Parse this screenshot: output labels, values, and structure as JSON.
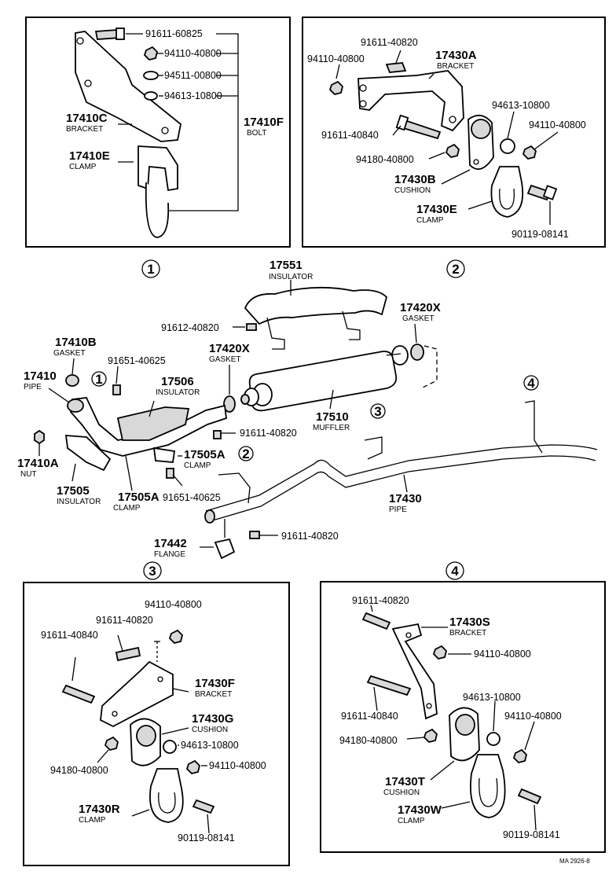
{
  "sec1": {
    "p1": "91611-60825",
    "p2": "94110-40800",
    "p3": "94511-00800",
    "p4": "94613-10800",
    "bolt": "17410F",
    "bolt_sub": "BOLT",
    "bracket": "17410C",
    "bracket_sub": "BRACKET",
    "clamp": "17410E",
    "clamp_sub": "CLAMP",
    "num": "1"
  },
  "sec2": {
    "p1": "91611-40820",
    "p2": "94110-40800",
    "p3": "94613-10800",
    "p4": "94110-40800",
    "p5": "91611-40840",
    "p6": "94180-40800",
    "p7": "90119-08141",
    "bracket": "17430A",
    "bracket_sub": "BRACKET",
    "cushion": "17430B",
    "cushion_sub": "CUSHION",
    "clamp": "17430E",
    "clamp_sub": "CLAMP",
    "num": "2"
  },
  "main": {
    "ins1": "17551",
    "ins1_sub": "INSULATOR",
    "bolt1": "91612-40820",
    "gask_r": "17420X",
    "gask_r_sub": "GASKET",
    "gask_l": "17420X",
    "gask_l_sub": "GASKET",
    "gask_b": "17410B",
    "gask_b_sub": "GASKET",
    "bolt2": "91651-40625",
    "pipe": "17410",
    "pipe_sub": "PIPE",
    "ins2": "17506",
    "ins2_sub": "INSULATOR",
    "muffler": "17510",
    "muffler_sub": "MUFFLER",
    "bolt3": "91611-40820",
    "nut": "17410A",
    "nut_sub": "NUT",
    "clamp1": "17505A",
    "clamp1_sub": "CLAMP",
    "ins3": "17505",
    "ins3_sub": "INSULATOR",
    "clamp2": "17505A",
    "clamp2_sub": "CLAMP",
    "bolt4": "91651-40625",
    "pipe2": "17430",
    "pipe2_sub": "PIPE",
    "flange": "17442",
    "flange_sub": "FLANGE",
    "bolt5": "91611-40820",
    "c1": "1",
    "c2": "2",
    "c3": "3",
    "c4": "4"
  },
  "sec3": {
    "num": "3",
    "p1": "94110-40800",
    "p2": "91611-40820",
    "p3": "91611-40840",
    "p4": "94613-10800",
    "p5": "94110-40800",
    "p6": "94180-40800",
    "p7": "90119-08141",
    "bracket": "17430F",
    "bracket_sub": "BRACKET",
    "cushion": "17430G",
    "cushion_sub": "CUSHION",
    "clamp": "17430R",
    "clamp_sub": "CLAMP"
  },
  "sec4": {
    "num": "4",
    "p1": "91611-40820",
    "p2": "94110-40800",
    "p3": "94613-10800",
    "p4": "94110-40800",
    "p5": "91611-40840",
    "p6": "94180-40800",
    "p7": "90119-08141",
    "bracket": "17430S",
    "bracket_sub": "BRACKET",
    "cushion": "17430T",
    "cushion_sub": "CUSHION",
    "clamp": "17430W",
    "clamp_sub": "CLAMP"
  },
  "footer": {
    "code": "MA 2926-8"
  }
}
